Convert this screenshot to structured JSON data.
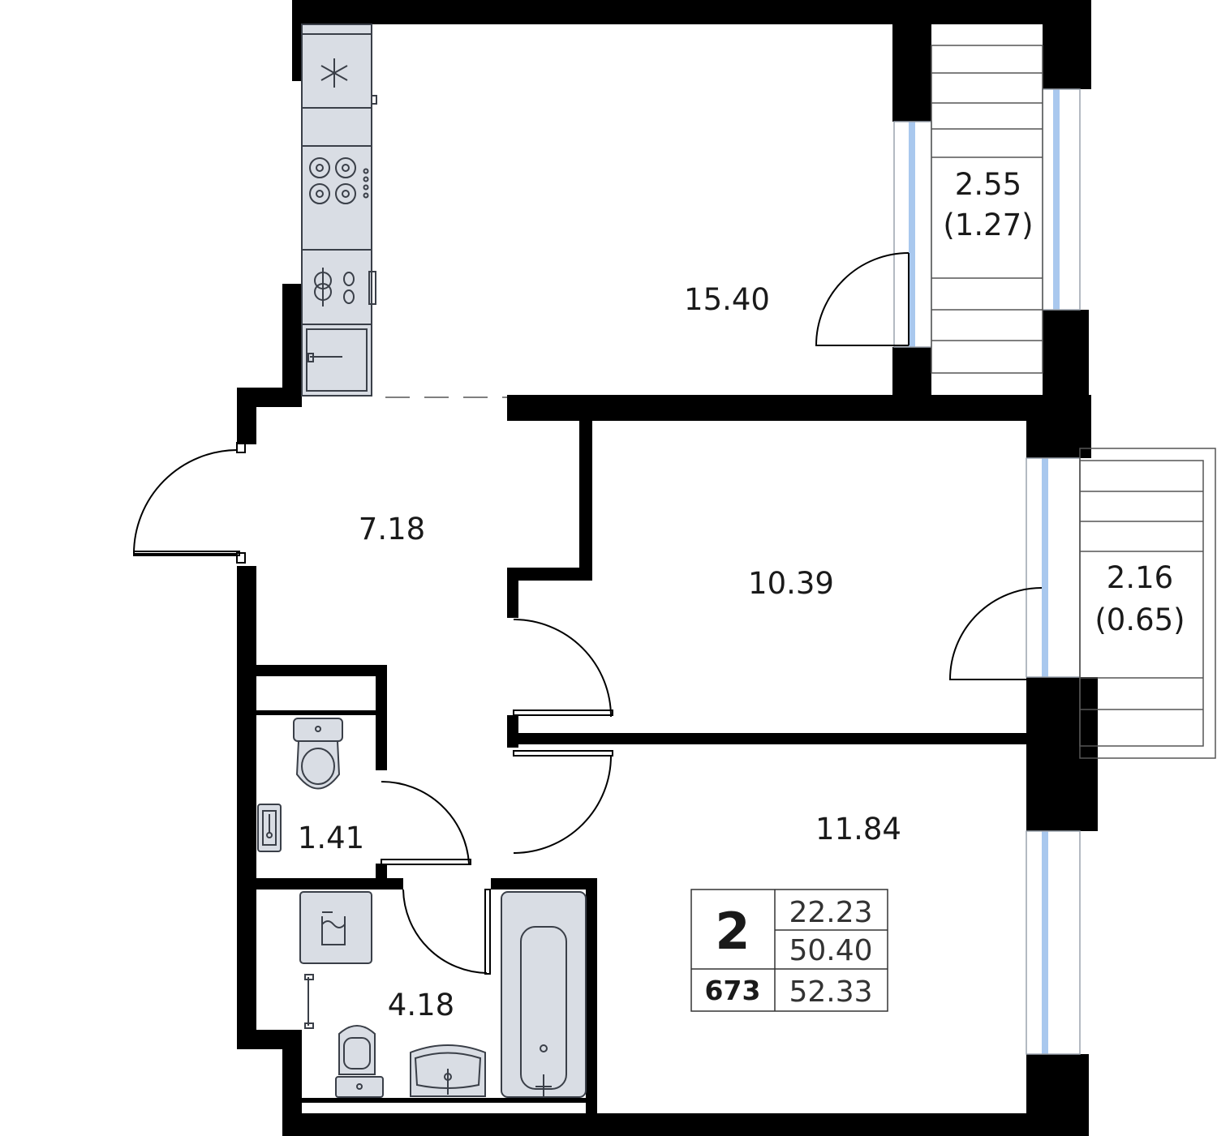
{
  "rooms": {
    "kitchen_living": "15.40",
    "hallway": "7.18",
    "bedroom_upper": "10.39",
    "bedroom_lower": "11.84",
    "toilet": "1.41",
    "bathroom": "4.18"
  },
  "balconies": {
    "upper": {
      "area": "2.55",
      "reduced": "(1.27)"
    },
    "right": {
      "area": "2.16",
      "reduced": "(0.65)"
    }
  },
  "legend": {
    "rooms_count": "2",
    "apartment_number": "673",
    "living_area": "22.23",
    "total_area": "50.40",
    "total_with_balconies": "52.33"
  },
  "colors": {
    "wall": "#000000",
    "fixture_fill": "#d9dde4",
    "glass": "#a9c8ee"
  },
  "icons": [
    "snowflake-icon",
    "stove-icon",
    "sink-icon",
    "toilet-icon",
    "bathtub-icon",
    "washbasin-icon",
    "washing-machine-icon"
  ]
}
